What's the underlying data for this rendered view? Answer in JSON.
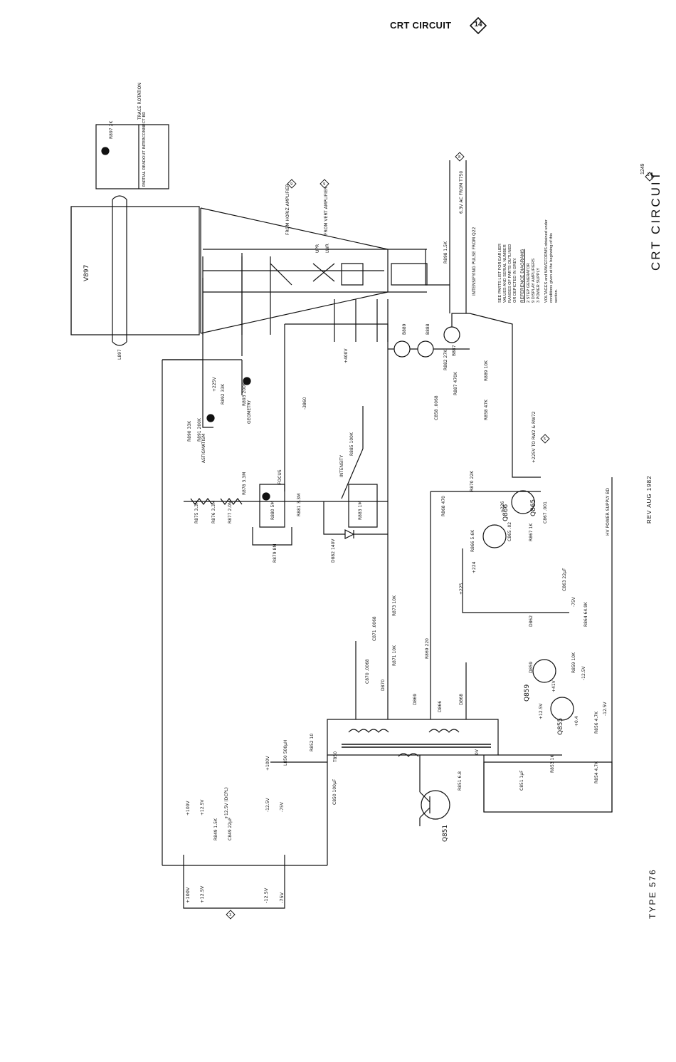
{
  "header": {
    "title": "CRT CIRCUIT",
    "badge": "14"
  },
  "side_title": "CRT CIRCUIT",
  "side_badge": "14",
  "side_number": "1249",
  "rev": "REV AUG 1982",
  "type": "TYPE 576",
  "notes": {
    "parts": [
      "SEE PARTS LIST FOR EARLIER",
      "VALUES AND SERIAL NUMBER",
      "RANGES OF PARTS OUTLINED",
      "OR DEPICTED IN GREY."
    ],
    "ref_head": "REFERENCE DIAGRAMS",
    "refs": [
      "2  STEP GENERATOR",
      "9  DISPLAY AMPLIFIERS",
      "3  POWER SUPPLY"
    ],
    "voltages": [
      "VOLTAGES and WAVEFORMS obtained under",
      "conditions given at the beginning of this",
      "section."
    ]
  },
  "labels": {
    "crt": "V897",
    "coil": "L897",
    "board_readout": "PARTIAL READOUT INTERCONNECT BD",
    "board_hv": "HV POWER SUPPLY BD",
    "trace_rotation": "TRACE ROTATION",
    "r897": "R897 2K",
    "from_horiz": "FROM HORIZ AMPLIFIER",
    "from_vert": "FROM VERT AMPLIFIER",
    "upr": "UPR",
    "lwr": "LWR",
    "from_ttcw": "6.3V AC FROM T750",
    "intensifying": "INTENSIFYING PULSE FROM Q22",
    "r898": "R898 1.5K",
    "focus": "FOCUS",
    "astigmatism": "ASTIGMATISM",
    "geometry": "GEOMETRY",
    "intensity": "INTENSITY",
    "v3860": "-3860",
    "to_rw2": "+225V TO RW2 & RW72",
    "q851": "Q851",
    "q855": "Q855",
    "q859": "Q859",
    "q866": "Q866",
    "q865": "Q865",
    "t850": "T850",
    "l850": "L850 500μH",
    "c850": "C850 100μF",
    "r852": "R852 10",
    "c851": "C851 1μF",
    "r851": "R851 6.8",
    "d870": "D870",
    "d882": "D882 140V",
    "c858": "C858 .0068",
    "r858": "R858 47K",
    "r880": "R880 5M",
    "r881": "R881 3.3M",
    "r883": "R883 1M",
    "r885": "R885 100K",
    "r890": "R890 33K",
    "r891": "R891 200K",
    "r892": "R892 33K",
    "r893": "R893 200K",
    "r870": "R870 22K",
    "r868": "R868 470",
    "c867": "C867 .001",
    "r866": "R866 5.6K",
    "r867": "R867 1K",
    "c865": "C865 .02",
    "r869": "R869 220",
    "r873": "R873 10K",
    "r871": "R871 10K",
    "c871": "C871 .0068",
    "c870": "C870 .0068",
    "r853": "R853 1K",
    "r854": "R854 4.7K",
    "r856": "R856 4.7K",
    "r859": "R859 10K",
    "r864": "R864 64.9K",
    "c863": "C863 22μF",
    "d859": "D859",
    "d862": "D862",
    "d866": "D866",
    "d868": "D868",
    "d869": "D869",
    "b887": "B887",
    "b888": "B888",
    "b889": "B889",
    "r889": "R889 10K",
    "r887": "R887 470K",
    "r882": "R882 27K",
    "r875": "R875 3.3M",
    "r876": "R876 3.3M",
    "r877": "R877 2.0M",
    "r878": "R878 3.3M",
    "r879": "R879 8M",
    "r849": "R849 1.5K",
    "c849": "C849 22μF",
    "v_p100": "+100V",
    "v_p12": "+12.5V",
    "v_p12dcpl": "+12.5V (DCPL)",
    "v_m12": "-12.5V",
    "v_m75": "-75V",
    "v_p225": "+225V",
    "v_m12b": "-12.5V",
    "v_p12b": "+12.5V",
    "v_m12c": "-12.5V",
    "v_0v": "0V",
    "v_p100b": "+100V",
    "v_p41": "+41V",
    "v_p04": "+0.4",
    "v_p226": "+226",
    "v_p225b": "+225",
    "v_p224": "+224",
    "v_m75b": "-75V",
    "v_p400": "+400V",
    "badge_3": "3",
    "badge_9a": "9",
    "badge_9b": "9",
    "badge_8": "8",
    "badge_5": "5"
  },
  "bottom_rail": [
    "+100V",
    "+12.5V",
    "-12.5V",
    "-75V"
  ]
}
